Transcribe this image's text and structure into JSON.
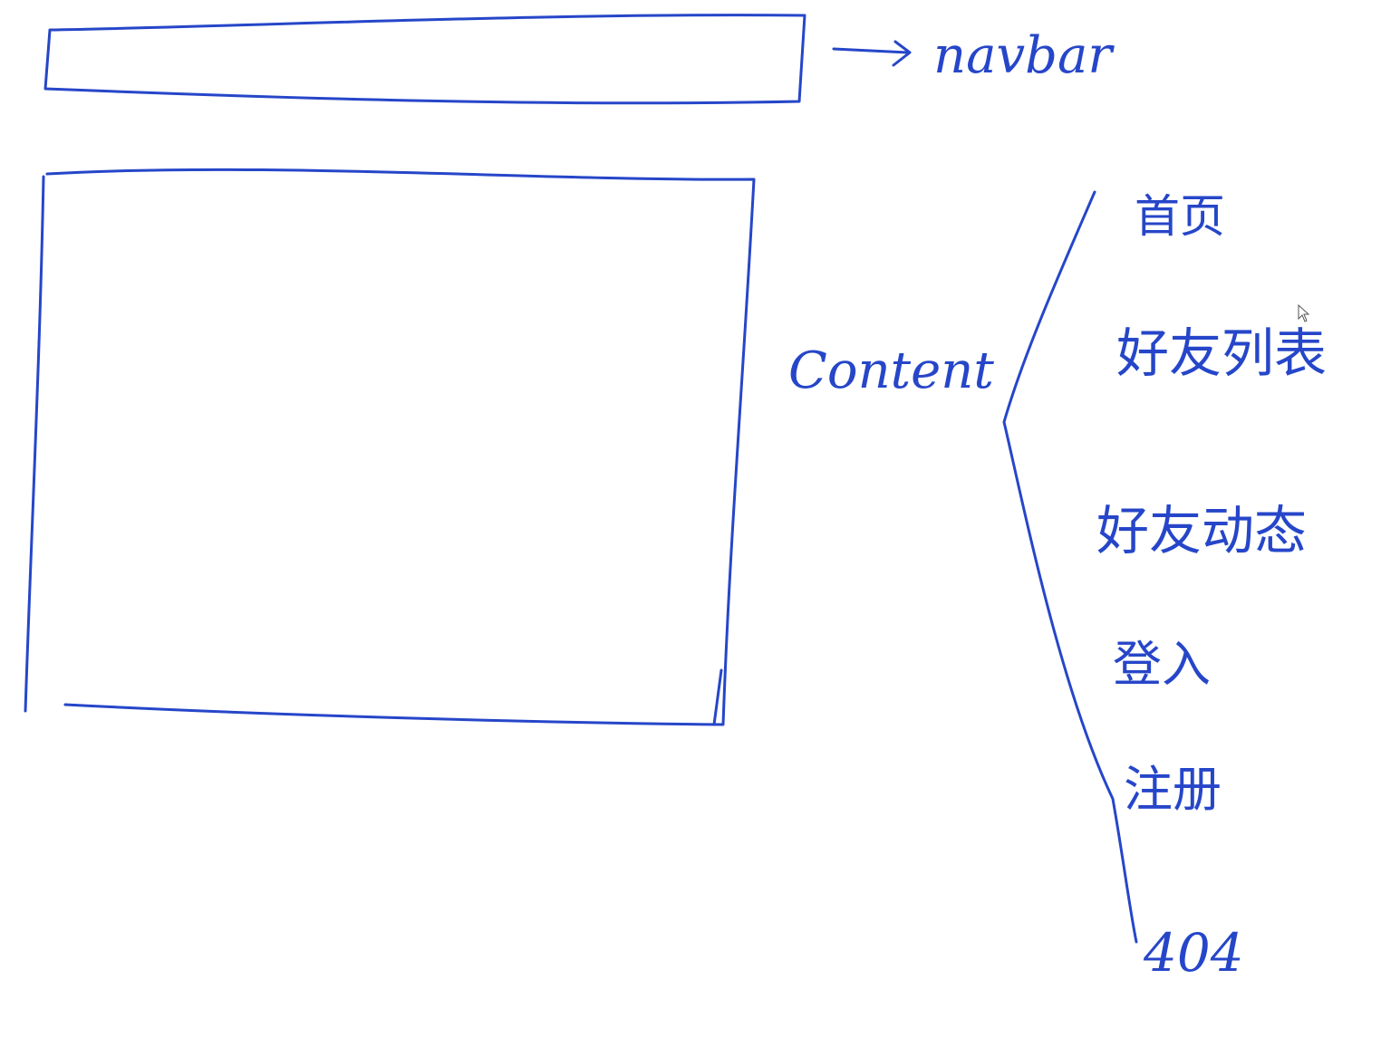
{
  "colors": {
    "ink": "#2646c9",
    "background": "#ffffff"
  },
  "labels": {
    "navbar": "navbar",
    "content": "Content"
  },
  "pages": [
    {
      "label": "首页"
    },
    {
      "label": "好友列表"
    },
    {
      "label": "好友动态"
    },
    {
      "label": "登入"
    },
    {
      "label": "注册"
    },
    {
      "label": "404"
    }
  ]
}
